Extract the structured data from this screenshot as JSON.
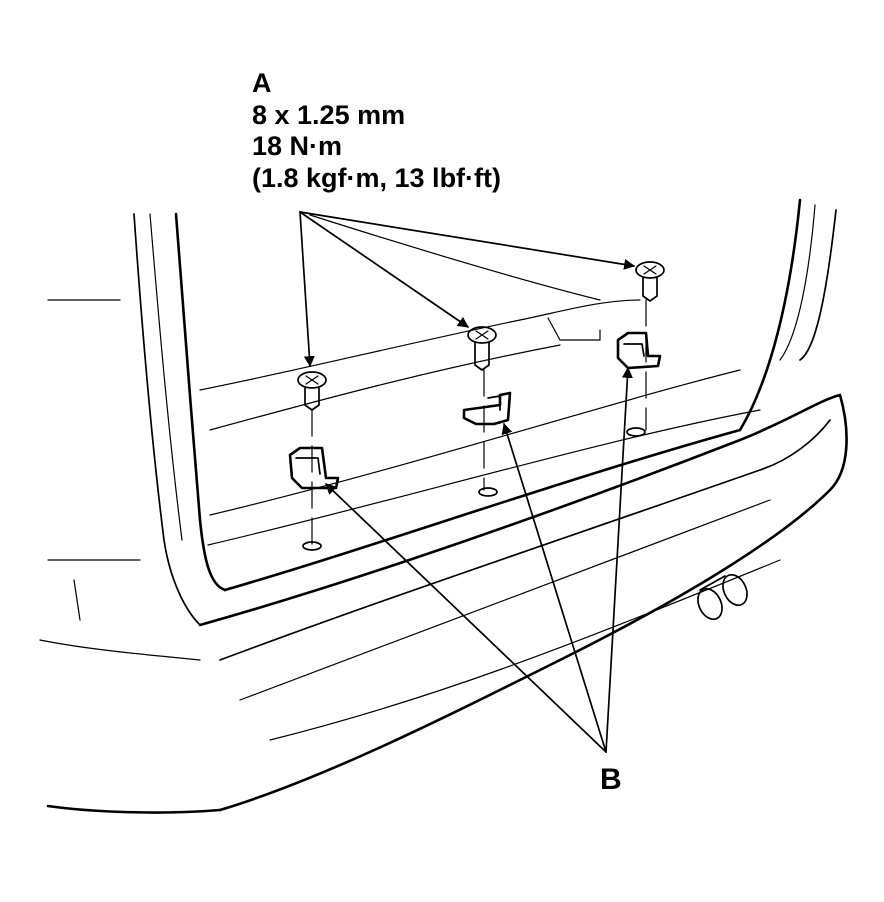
{
  "callout_a": {
    "letter": "A",
    "thread": "8 x 1.25 mm",
    "torque_nm": "18 N·m",
    "torque_alt": "(1.8 kgf·m, 13 lbf·ft)"
  },
  "callout_b": {
    "letter": "B"
  }
}
